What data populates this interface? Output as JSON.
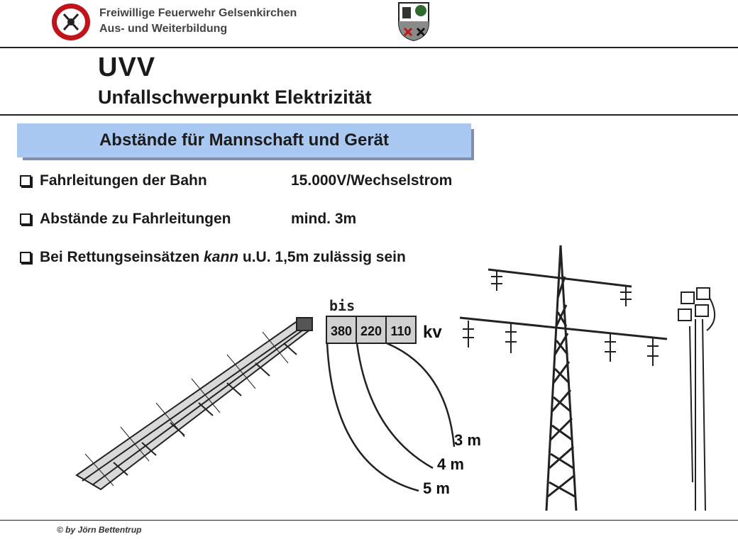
{
  "header": {
    "org_line1": "Freiwillige Feuerwehr Gelsenkirchen",
    "org_line2": "Aus- und Weiterbildung",
    "title": "UVV",
    "subtitle": "Unfallschwerpunkt Elektrizität"
  },
  "banner": {
    "text": "Abstände für Mannschaft und Gerät"
  },
  "bullets": [
    {
      "label": "Fahrleitungen der Bahn",
      "value": "15.000V/Wechselstrom"
    },
    {
      "label": "Abstände zu Fahrleitungen",
      "value": "mind. 3m"
    },
    {
      "pre": "Bei Rettungseinsätzen ",
      "emph": "kann",
      "post": " u.U. 1,5m zulässig sein"
    }
  ],
  "diagram": {
    "bis": "bis",
    "voltages": [
      "380",
      "220",
      "110"
    ],
    "unit": "kv",
    "distances": [
      "3 m",
      "4 m",
      "5 m"
    ]
  },
  "footer": {
    "credit": "© by Jörn Bettentrup"
  },
  "colors": {
    "banner": "#a9c8f2",
    "logo_red": "#c0131a"
  }
}
